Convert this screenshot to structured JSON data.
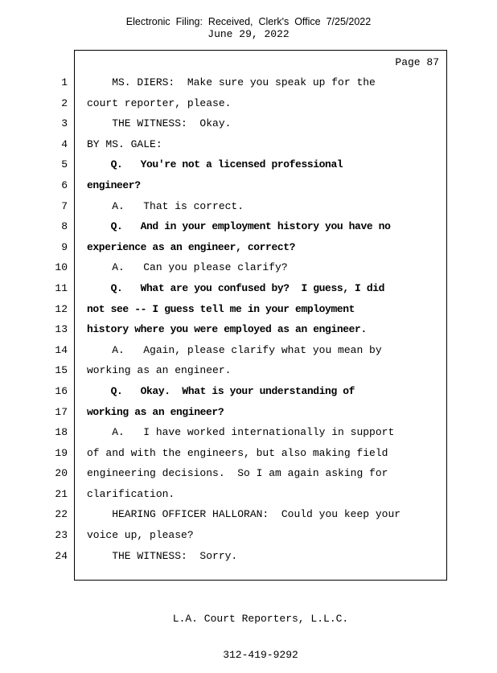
{
  "header": {
    "efiling_line": "Electronic  Filing:  Received,  Clerk's  Office  7/25/2022",
    "date_line": "June 29, 2022"
  },
  "page": {
    "label": "Page 87"
  },
  "transcript": {
    "lines": [
      {
        "n": "1",
        "text": "    MS. DIERS:  Make sure you speak up for the",
        "bold": false
      },
      {
        "n": "2",
        "text": "court reporter, please.",
        "bold": false
      },
      {
        "n": "3",
        "text": "    THE WITNESS:  Okay.",
        "bold": false
      },
      {
        "n": "4",
        "text": "BY MS. GALE:",
        "bold": false
      },
      {
        "n": "5",
        "text": "    Q.   You're not a licensed professional",
        "bold": true
      },
      {
        "n": "6",
        "text": "engineer?",
        "bold": true
      },
      {
        "n": "7",
        "text": "    A.   That is correct.",
        "bold": false
      },
      {
        "n": "8",
        "text": "    Q.   And in your employment history you have no",
        "bold": true
      },
      {
        "n": "9",
        "text": "experience as an engineer, correct?",
        "bold": true
      },
      {
        "n": "10",
        "text": "    A.   Can you please clarify?",
        "bold": false
      },
      {
        "n": "11",
        "text": "    Q.   What are you confused by?  I guess, I did",
        "bold": true
      },
      {
        "n": "12",
        "text": "not see -- I guess tell me in your employment",
        "bold": true
      },
      {
        "n": "13",
        "text": "history where you were employed as an engineer.",
        "bold": true
      },
      {
        "n": "14",
        "text": "    A.   Again, please clarify what you mean by",
        "bold": false
      },
      {
        "n": "15",
        "text": "working as an engineer.",
        "bold": false
      },
      {
        "n": "16",
        "text": "    Q.   Okay.  What is your understanding of",
        "bold": true
      },
      {
        "n": "17",
        "text": "working as an engineer?",
        "bold": true
      },
      {
        "n": "18",
        "text": "    A.   I have worked internationally in support",
        "bold": false
      },
      {
        "n": "19",
        "text": "of and with the engineers, but also making field",
        "bold": false
      },
      {
        "n": "20",
        "text": "engineering decisions.  So I am again asking for",
        "bold": false
      },
      {
        "n": "21",
        "text": "clarification.",
        "bold": false
      },
      {
        "n": "22",
        "text": "    HEARING OFFICER HALLORAN:  Could you keep your",
        "bold": false
      },
      {
        "n": "23",
        "text": "voice up, please?",
        "bold": false
      },
      {
        "n": "24",
        "text": "    THE WITNESS:  Sorry.",
        "bold": false
      }
    ]
  },
  "footer": {
    "company": "L.A. Court Reporters, L.L.C.",
    "phone": "312-419-9292"
  }
}
